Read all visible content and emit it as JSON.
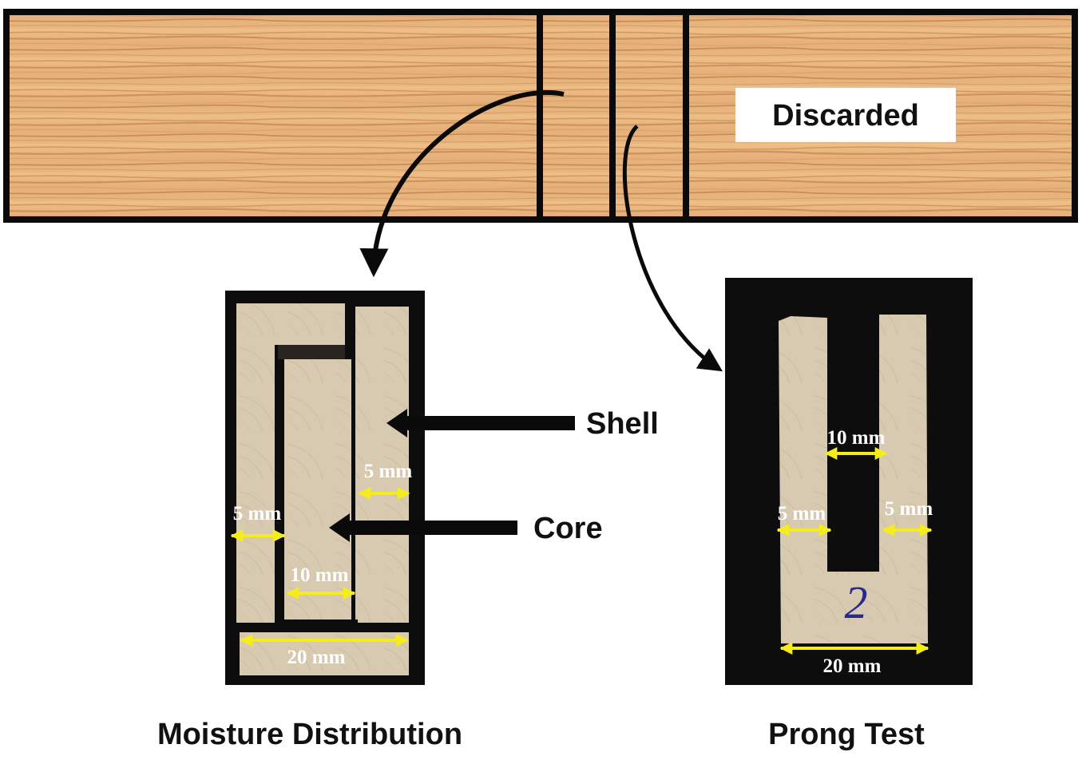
{
  "board": {
    "discarded_label": "Discarded"
  },
  "moisture": {
    "title": "Moisture Distribution",
    "shell_label": "Shell",
    "core_label": "Core",
    "dim_shell_right": "5 mm",
    "dim_shell_left": "5 mm",
    "dim_core": "10 mm",
    "dim_total": "20 mm"
  },
  "prong": {
    "title": "Prong Test",
    "dim_gap": "10 mm",
    "dim_left": "5 mm",
    "dim_right": "5 mm",
    "dim_total": "20 mm",
    "sample_mark": "2"
  },
  "colors": {
    "wood_light": "#e8b680",
    "wood_grain": "#b8773f",
    "sample_wood": "#d9cbb0",
    "dimension_arrow": "#f4ec1b",
    "frame": "#0a0a0a"
  }
}
